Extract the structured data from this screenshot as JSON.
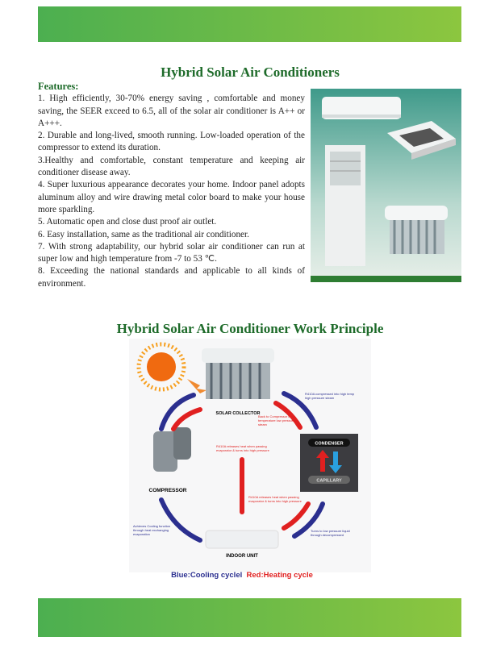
{
  "title": "Hybrid Solar Air Conditioners",
  "features": {
    "label": "Features:",
    "items": [
      "1. High efficiently, 30-70% energy saving , comfortable and money saving, the SEER exceed to 6.5, all of the solar air conditioner is A++ or A+++.",
      "2. Durable and long-lived, smooth running. Low-loaded operation of the compressor to extend its duration.",
      "3.Healthy and comfortable, constant temperature and keeping air conditioner disease away.",
      "4. Super luxurious appearance decorates your home. Indoor panel adopts aluminum alloy and wire drawing metal color board to make your house more sparkling.",
      "5. Automatic open and close dust proof air outlet.",
      "6. Easy installation, same as the traditional air conditioner.",
      "7. With strong adaptability, our hybrid solar air conditioner can run at super low and high  temperature from -7 to 53 ℃.",
      "8. Exceeding the national standards and applicable to all kinds of environment."
    ]
  },
  "principle": {
    "title": "Hybrid Solar Air Conditioner Work Principle",
    "labels": {
      "solar_collector": "SOLAR COLLECTOR",
      "compressor": "COMPRESSOR",
      "condenser": "CONDENSER",
      "capillary": "CAPILLARY",
      "indoor_unit": "INDOOR UNIT"
    },
    "notes": {
      "compressed": "R410A compressed into high temp high pressure steam",
      "back_to_compressor": "Back to Compressor Low temperature low pressure steam",
      "releases_heat_1": "R410A releases heat when passing evaporator & turns into high pressure",
      "releases_heat_2": "R410A releases heat when passing evaporator & turns into high pressure",
      "cooling": "Achieves Cooling function through heat exchanging evaporation",
      "low_pressure": "Turns to low pressure liquid through decompressed"
    },
    "legend": {
      "blue": "Blue:Cooling cyclel",
      "red": "Red:Heating cycle"
    },
    "colors": {
      "cooling": "#2b2f8f",
      "heating": "#e02020"
    }
  }
}
